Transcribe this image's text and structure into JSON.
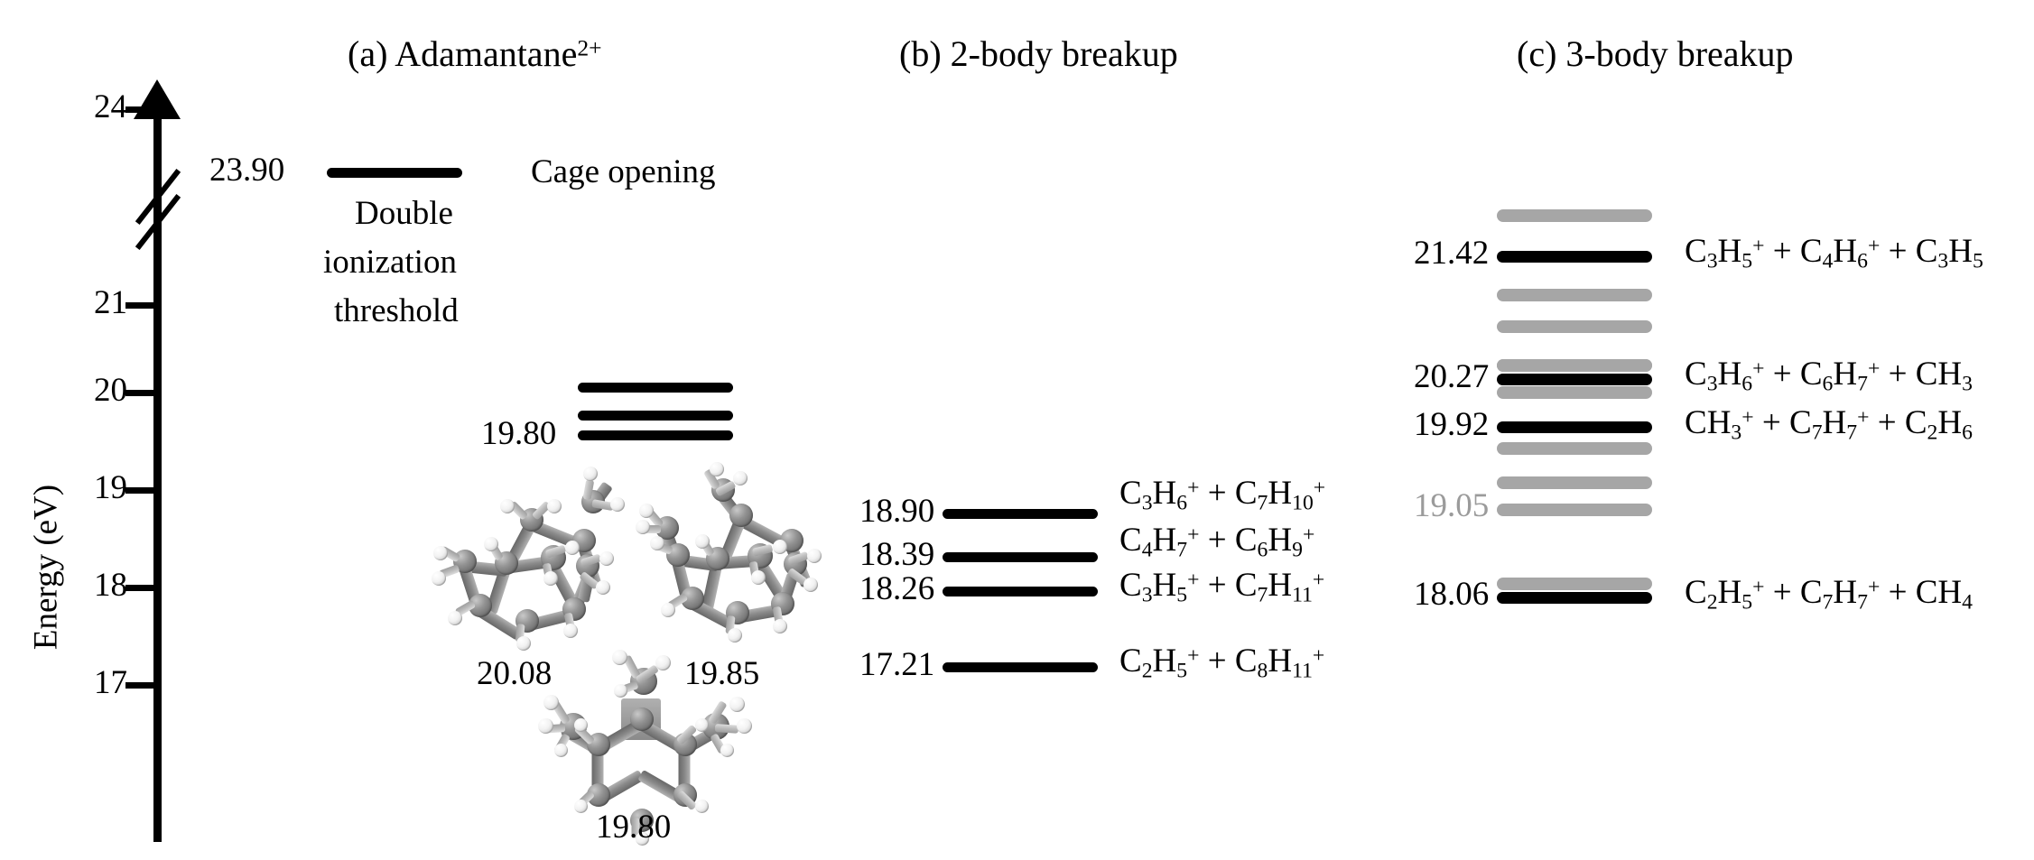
{
  "figure": {
    "ylabel": "Energy (eV)",
    "y_ticks": [
      "24",
      "21",
      "20",
      "19",
      "18",
      "17"
    ],
    "axis_break": true
  },
  "panels": {
    "a": {
      "title": "(a) Adamantane",
      "title_sup": "2+",
      "threshold_value": "23.90",
      "threshold_note_line1": "Double",
      "threshold_note_line2": "ionization",
      "threshold_note_line3": "threshold",
      "cage_label": "Cage opening",
      "cage_value": "19.80",
      "cage_levels": [
        20.1,
        19.86,
        19.74
      ],
      "threshold_level": 23.9,
      "molecule_labels": [
        "20.08",
        "19.85",
        "19.80"
      ]
    },
    "b": {
      "title": "(b) 2-body breakup",
      "rows": [
        {
          "value": "18.90",
          "energy": 18.9,
          "frag1_C": "C",
          "frag1_Cn": "3",
          "frag1_H": "H",
          "frag1_Hn": "6",
          "frag1_chg": "+",
          "frag2_C": "C",
          "frag2_Cn": "7",
          "frag2_H": "H",
          "frag2_Hn": "10",
          "frag2_chg": "+"
        },
        {
          "value": "18.39",
          "energy": 18.39,
          "frag1_C": "C",
          "frag1_Cn": "4",
          "frag1_H": "H",
          "frag1_Hn": "7",
          "frag1_chg": "+",
          "frag2_C": "C",
          "frag2_Cn": "6",
          "frag2_H": "H",
          "frag2_Hn": "9",
          "frag2_chg": "+"
        },
        {
          "value": "18.26",
          "energy": 18.26,
          "frag1_C": "C",
          "frag1_Cn": "3",
          "frag1_H": "H",
          "frag1_Hn": "5",
          "frag1_chg": "+",
          "frag2_C": "C",
          "frag2_Cn": "7",
          "frag2_H": "H",
          "frag2_Hn": "11",
          "frag2_chg": "+"
        },
        {
          "value": "17.21",
          "energy": 17.21,
          "frag1_C": "C",
          "frag1_Cn": "2",
          "frag1_H": "H",
          "frag1_Hn": "5",
          "frag1_chg": "+",
          "frag2_C": "C",
          "frag2_Cn": "8",
          "frag2_H": "H",
          "frag2_Hn": "11",
          "frag2_chg": "+"
        }
      ],
      "plus": "+"
    },
    "c": {
      "title": "(c) 3-body breakup",
      "plus": "+",
      "labeled_rows": [
        {
          "value": "21.42",
          "energy": 21.42,
          "color": "black",
          "f1": "C",
          "f1n": "3",
          "f1h": "H",
          "f1hn": "5",
          "f1c": "+",
          "f2": "C",
          "f2n": "4",
          "f2h": "H",
          "f2hn": "6",
          "f2c": "+",
          "f3": "C",
          "f3n": "3",
          "f3h": "H",
          "f3hn": "5",
          "f3c": ""
        },
        {
          "value": "20.27",
          "energy": 20.27,
          "color": "black",
          "f1": "C",
          "f1n": "3",
          "f1h": "H",
          "f1hn": "6",
          "f1c": "+",
          "f2": "C",
          "f2n": "6",
          "f2h": "H",
          "f2hn": "7",
          "f2c": "+",
          "f3": "C",
          "f3n": "",
          "f3h": "H",
          "f3hn": "3",
          "f3c": ""
        },
        {
          "value": "19.92",
          "energy": 19.92,
          "color": "black",
          "f1": "C",
          "f1n": "",
          "f1h": "H",
          "f1hn": "3",
          "f1c": "+",
          "f2": "C",
          "f2n": "7",
          "f2h": "H",
          "f2hn": "7",
          "f2c": "+",
          "f3": "C",
          "f3n": "2",
          "f3h": "H",
          "f3hn": "6",
          "f3c": ""
        },
        {
          "value": "19.05",
          "energy": 19.05,
          "color": "gray",
          "f1": "",
          "f1n": "",
          "f1h": "",
          "f1hn": "",
          "f1c": "",
          "f2": "",
          "f2n": "",
          "f2h": "",
          "f2hn": "",
          "f2c": "",
          "f3": "",
          "f3n": "",
          "f3h": "",
          "f3hn": "",
          "f3c": ""
        },
        {
          "value": "18.06",
          "energy": 18.06,
          "color": "black",
          "f1": "C",
          "f1n": "2",
          "f1h": "H",
          "f1hn": "5",
          "f1c": "+",
          "f2": "C",
          "f2n": "7",
          "f2h": "H",
          "f2hn": "7",
          "f2c": "+",
          "f3": "C",
          "f3n": "",
          "f3h": "H",
          "f3hn": "4",
          "f3c": ""
        }
      ],
      "gray_levels": [
        21.77,
        21.42,
        20.87,
        20.56,
        20.35,
        20.19,
        19.8,
        19.46,
        19.21,
        19.05,
        18.18
      ]
    }
  },
  "colors": {
    "black": "#000000",
    "gray": "#a6a6a6",
    "background": "#ffffff"
  }
}
